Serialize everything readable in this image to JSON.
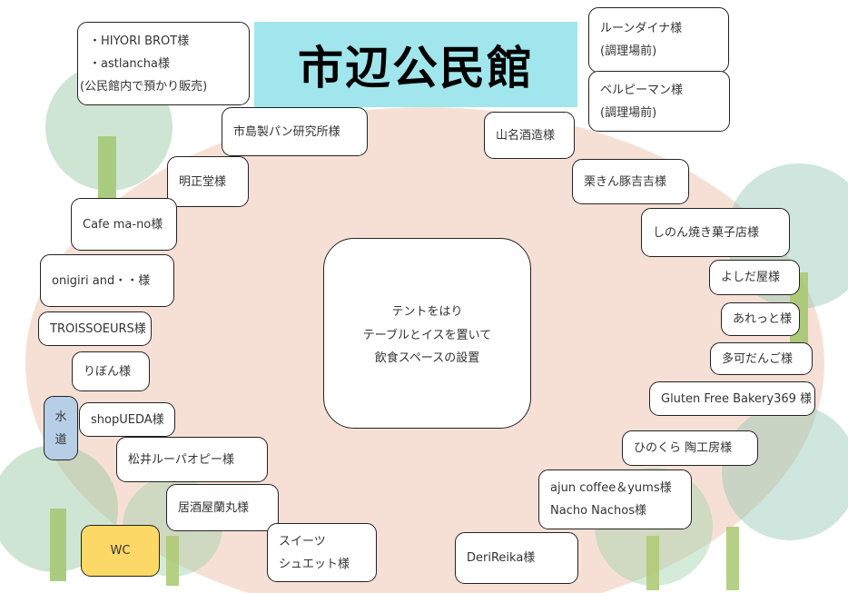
{
  "title": "市辺公民館",
  "center": {
    "lines": [
      "テントをはり",
      "テーブルとイスを置いて",
      "飲食スペースの設置"
    ]
  },
  "facilities": {
    "water": [
      "水",
      "道"
    ],
    "wc": "WC"
  },
  "colors": {
    "title_bg": "#a0e6ec",
    "ground": "#f6e0d6",
    "water": "#b6cfe6",
    "wc": "#fcd866"
  },
  "stalls": {
    "hiyori": [
      "・HIYORI BROT様",
      "・astlancha様",
      "(公民館内で預かり販売)"
    ],
    "runedaina": [
      "ルーンダイナ様",
      "(調理場前)"
    ],
    "berupiman": [
      "ベルピーマン様",
      "(調理場前)"
    ],
    "ichijima": "市島製パン研究所様",
    "yamana": "山名酒造様",
    "meiseido": "明正堂様",
    "kurikin": "栗きん豚吉吉様",
    "cafe": "Cafe ma-no様",
    "shinon": "しのん焼き菓子店様",
    "onigiri": "onigiri and・・様",
    "yoshida": "よしだ屋様",
    "trois": "TROISSOEURS様",
    "arette": "あれっと様",
    "ribon": "りぼん様",
    "taka": "多可だんご様",
    "shopueda": "shopUEDA様",
    "gluten": "Gluten Free Bakery369 様",
    "matsui": "松井ルーパオピー様",
    "hinokura": "ひのくら 陶工房様",
    "izakaya": "居酒屋蘭丸様",
    "ajun": [
      "ajun coffee＆yums様",
      "Nacho Nachos様"
    ],
    "sweets": [
      "スイーツ",
      "シュエット様"
    ],
    "deri": "DeriReika様"
  }
}
